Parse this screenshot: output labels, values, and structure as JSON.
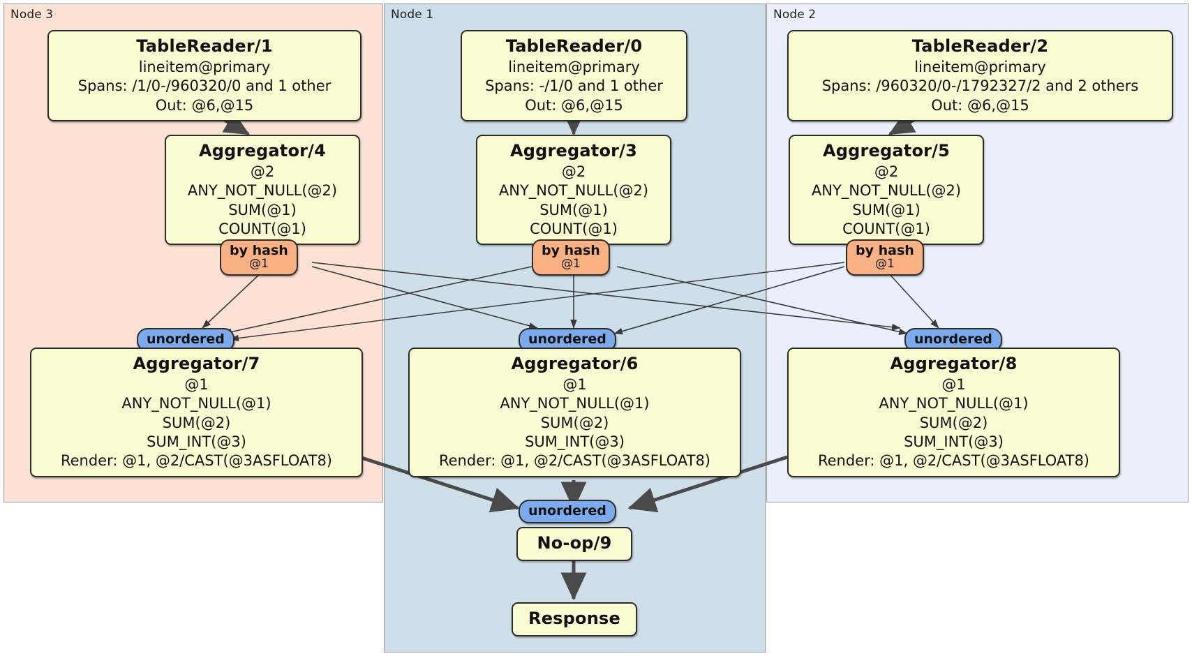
{
  "diagram": {
    "type": "distsql-query-plan",
    "panels": [
      {
        "id": "node3",
        "label": "Node 3",
        "background": "#fbe2d5"
      },
      {
        "id": "node1",
        "label": "Node 1",
        "background": "#cfdfea"
      },
      {
        "id": "node2",
        "label": "Node 2",
        "background": "#eaf0fb"
      }
    ],
    "colors": {
      "processor_box": "#fbfbd2",
      "hash_router": "#f9b183",
      "unordered_sync": "#7babec",
      "edge": "#4a4a4a",
      "border": "#2b2b2b"
    },
    "nodes": {
      "table_reader_1": {
        "title": "TableReader/1",
        "lines": [
          "lineitem@primary",
          "Spans: /1/0-/960320/0 and 1 other",
          "Out: @6,@15"
        ]
      },
      "table_reader_0": {
        "title": "TableReader/0",
        "lines": [
          "lineitem@primary",
          "Spans: -/1/0 and 1 other",
          "Out: @6,@15"
        ]
      },
      "table_reader_2": {
        "title": "TableReader/2",
        "lines": [
          "lineitem@primary",
          "Spans: /960320/0-/1792327/2 and 2 others",
          "Out: @6,@15"
        ]
      },
      "aggregator_4": {
        "title": "Aggregator/4",
        "lines": [
          "@2",
          "ANY_NOT_NULL(@2)",
          "SUM(@1)",
          "COUNT(@1)"
        ]
      },
      "aggregator_3": {
        "title": "Aggregator/3",
        "lines": [
          "@2",
          "ANY_NOT_NULL(@2)",
          "SUM(@1)",
          "COUNT(@1)"
        ]
      },
      "aggregator_5": {
        "title": "Aggregator/5",
        "lines": [
          "@2",
          "ANY_NOT_NULL(@2)",
          "SUM(@1)",
          "COUNT(@1)"
        ]
      },
      "aggregator_7": {
        "title": "Aggregator/7",
        "lines": [
          "@1",
          "ANY_NOT_NULL(@1)",
          "SUM(@2)",
          "SUM_INT(@3)",
          "Render: @1, @2/CAST(@3ASFLOAT8)"
        ]
      },
      "aggregator_6": {
        "title": "Aggregator/6",
        "lines": [
          "@1",
          "ANY_NOT_NULL(@1)",
          "SUM(@2)",
          "SUM_INT(@3)",
          "Render: @1, @2/CAST(@3ASFLOAT8)"
        ]
      },
      "aggregator_8": {
        "title": "Aggregator/8",
        "lines": [
          "@1",
          "ANY_NOT_NULL(@1)",
          "SUM(@2)",
          "SUM_INT(@3)",
          "Render: @1, @2/CAST(@3ASFLOAT8)"
        ]
      },
      "noop_9": {
        "title": "No-op/9",
        "lines": []
      },
      "response": {
        "title": "Response",
        "lines": []
      }
    },
    "routers": {
      "hash_left": {
        "label": "by hash",
        "sub": "@1"
      },
      "hash_center": {
        "label": "by hash",
        "sub": "@1"
      },
      "hash_right": {
        "label": "by hash",
        "sub": "@1"
      }
    },
    "synchronizers": {
      "sync_left": {
        "label": "unordered"
      },
      "sync_center": {
        "label": "unordered"
      },
      "sync_right": {
        "label": "unordered"
      },
      "sync_final": {
        "label": "unordered"
      }
    }
  }
}
